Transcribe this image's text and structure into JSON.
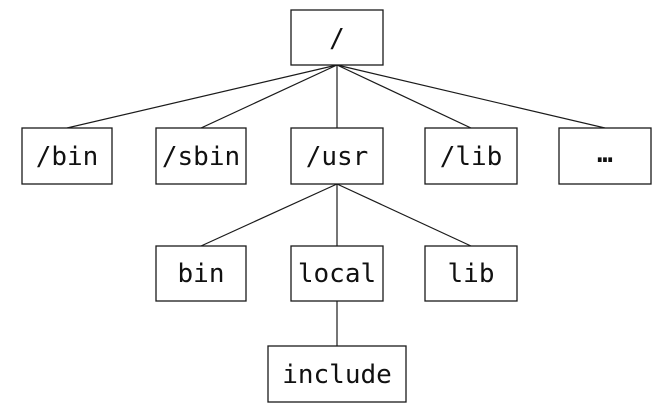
{
  "tree": {
    "root": {
      "label": "/"
    },
    "top_level": [
      {
        "id": "bin",
        "label": "/bin"
      },
      {
        "id": "sbin",
        "label": "/sbin"
      },
      {
        "id": "usr",
        "label": "/usr"
      },
      {
        "id": "lib",
        "label": "/lib"
      },
      {
        "id": "more",
        "label": "…"
      }
    ],
    "usr_children": [
      {
        "id": "bin",
        "label": "bin"
      },
      {
        "id": "local",
        "label": "local"
      },
      {
        "id": "lib",
        "label": "lib"
      }
    ],
    "local_children": [
      {
        "id": "include",
        "label": "include"
      }
    ]
  }
}
